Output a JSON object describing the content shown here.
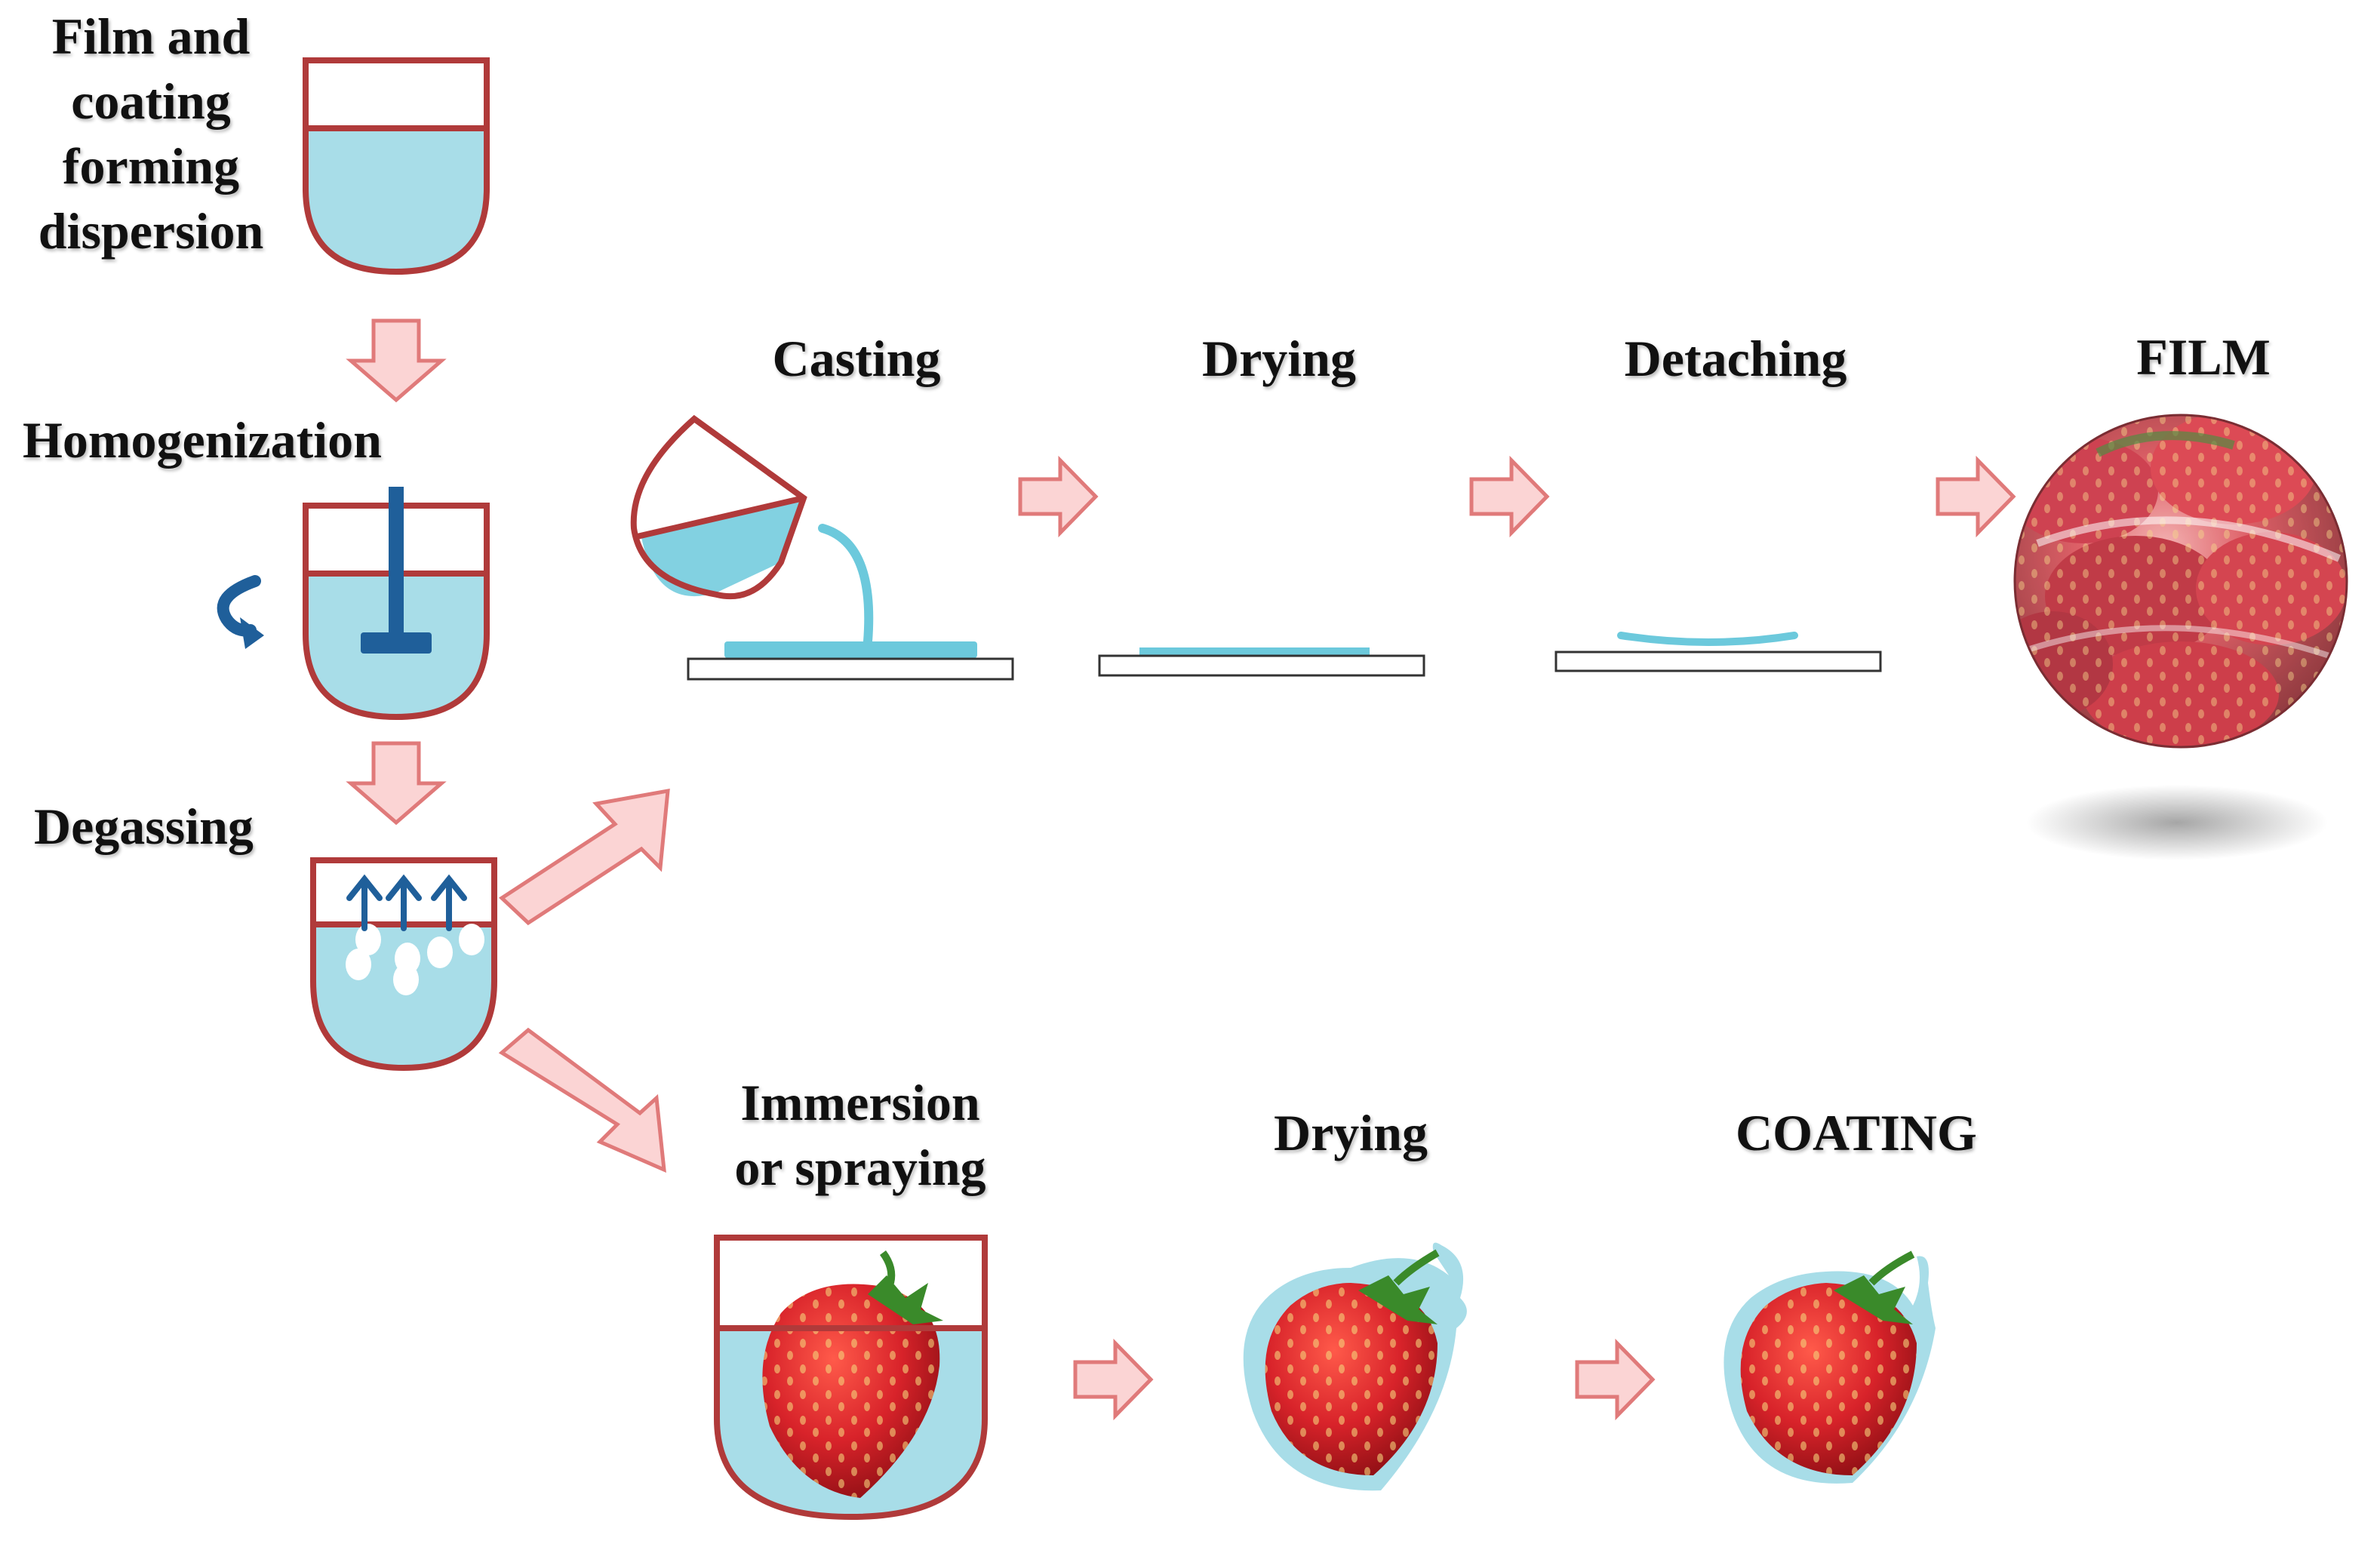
{
  "labels": {
    "dispersion": [
      "Film and",
      "coating",
      "forming",
      "dispersion"
    ],
    "homogenization": "Homogenization",
    "degassing": "Degassing",
    "casting": "Casting",
    "drying_film": "Drying",
    "detaching": "Detaching",
    "film": "FILM",
    "immersion": [
      "Immersion",
      "or spraying"
    ],
    "drying_coating": "Drying",
    "coating": "COATING"
  },
  "colors": {
    "vessel_stroke": "#b03a3a",
    "dispersion_fill": "#a8dde8",
    "film_layer": "#6cc9dc",
    "arrow_fill": "#fbd4d4",
    "arrow_stroke": "#e07a7a",
    "stirrer": "#1f5f9a",
    "strawberry": "#d8232a"
  }
}
